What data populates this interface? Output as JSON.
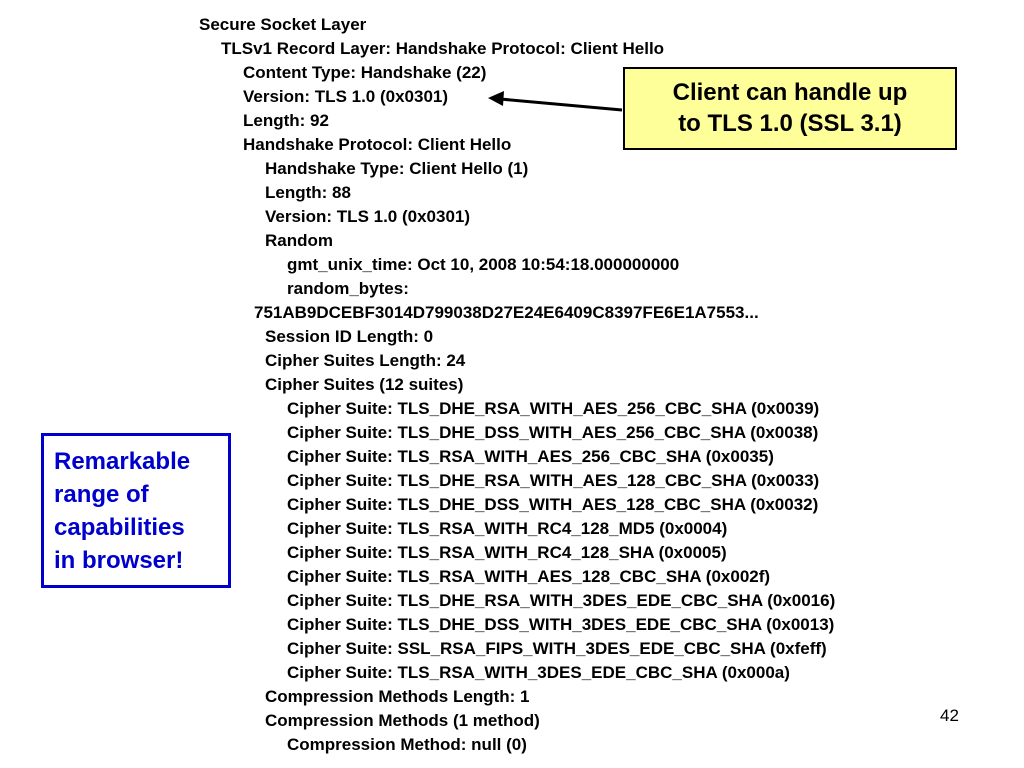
{
  "packet_tree": [
    {
      "text": "Secure Socket Layer",
      "indent": 0
    },
    {
      "text": "TLSv1 Record Layer: Handshake Protocol: Client Hello",
      "indent": 1
    },
    {
      "text": "Content Type: Handshake (22)",
      "indent": 2
    },
    {
      "text": "Version: TLS 1.0 (0x0301)",
      "indent": 2
    },
    {
      "text": "Length: 92",
      "indent": 2
    },
    {
      "text": "Handshake Protocol: Client Hello",
      "indent": 2
    },
    {
      "text": "Handshake Type: Client Hello (1)",
      "indent": 3
    },
    {
      "text": "Length: 88",
      "indent": 3
    },
    {
      "text": "Version: TLS 1.0 (0x0301)",
      "indent": 3
    },
    {
      "text": "Random",
      "indent": 3
    },
    {
      "text": "gmt_unix_time: Oct 10, 2008 10:54:18.000000000",
      "indent": 4
    },
    {
      "text": "random_bytes:",
      "indent": 4
    },
    {
      "text": "751AB9DCEBF3014D799038D27E24E6409C8397FE6E1A7553...",
      "indent": 2.5
    },
    {
      "text": "Session ID Length: 0",
      "indent": 3
    },
    {
      "text": "Cipher Suites Length: 24",
      "indent": 3
    },
    {
      "text": "Cipher Suites (12 suites)",
      "indent": 3
    },
    {
      "text": "Cipher Suite: TLS_DHE_RSA_WITH_AES_256_CBC_SHA (0x0039)",
      "indent": 4
    },
    {
      "text": "Cipher Suite: TLS_DHE_DSS_WITH_AES_256_CBC_SHA (0x0038)",
      "indent": 4
    },
    {
      "text": "Cipher Suite: TLS_RSA_WITH_AES_256_CBC_SHA (0x0035)",
      "indent": 4
    },
    {
      "text": "Cipher Suite: TLS_DHE_RSA_WITH_AES_128_CBC_SHA (0x0033)",
      "indent": 4
    },
    {
      "text": "Cipher Suite: TLS_DHE_DSS_WITH_AES_128_CBC_SHA (0x0032)",
      "indent": 4
    },
    {
      "text": "Cipher Suite: TLS_RSA_WITH_RC4_128_MD5 (0x0004)",
      "indent": 4
    },
    {
      "text": "Cipher Suite: TLS_RSA_WITH_RC4_128_SHA (0x0005)",
      "indent": 4
    },
    {
      "text": "Cipher Suite: TLS_RSA_WITH_AES_128_CBC_SHA (0x002f)",
      "indent": 4
    },
    {
      "text": "Cipher Suite: TLS_DHE_RSA_WITH_3DES_EDE_CBC_SHA (0x0016)",
      "indent": 4
    },
    {
      "text": "Cipher Suite: TLS_DHE_DSS_WITH_3DES_EDE_CBC_SHA (0x0013)",
      "indent": 4
    },
    {
      "text": "Cipher Suite: SSL_RSA_FIPS_WITH_3DES_EDE_CBC_SHA (0xfeff)",
      "indent": 4
    },
    {
      "text": "Cipher Suite: TLS_RSA_WITH_3DES_EDE_CBC_SHA (0x000a)",
      "indent": 4
    },
    {
      "text": "Compression Methods Length: 1",
      "indent": 3
    },
    {
      "text": "Compression Methods (1 method)",
      "indent": 3
    },
    {
      "text": "Compression Method: null (0)",
      "indent": 4
    }
  ],
  "callout_tls": {
    "line1": "Client can handle up",
    "line2": "to TLS 1.0 (SSL 3.1)"
  },
  "callout_browser": {
    "line1": "Remarkable",
    "line2": "range of",
    "line3": "capabilities",
    "line4": "in browser!"
  },
  "page_number": "42",
  "colors": {
    "tls_callout_fill": "#ffff99",
    "browser_callout_text": "#0000cc",
    "browser_callout_border": "#0000cc"
  }
}
